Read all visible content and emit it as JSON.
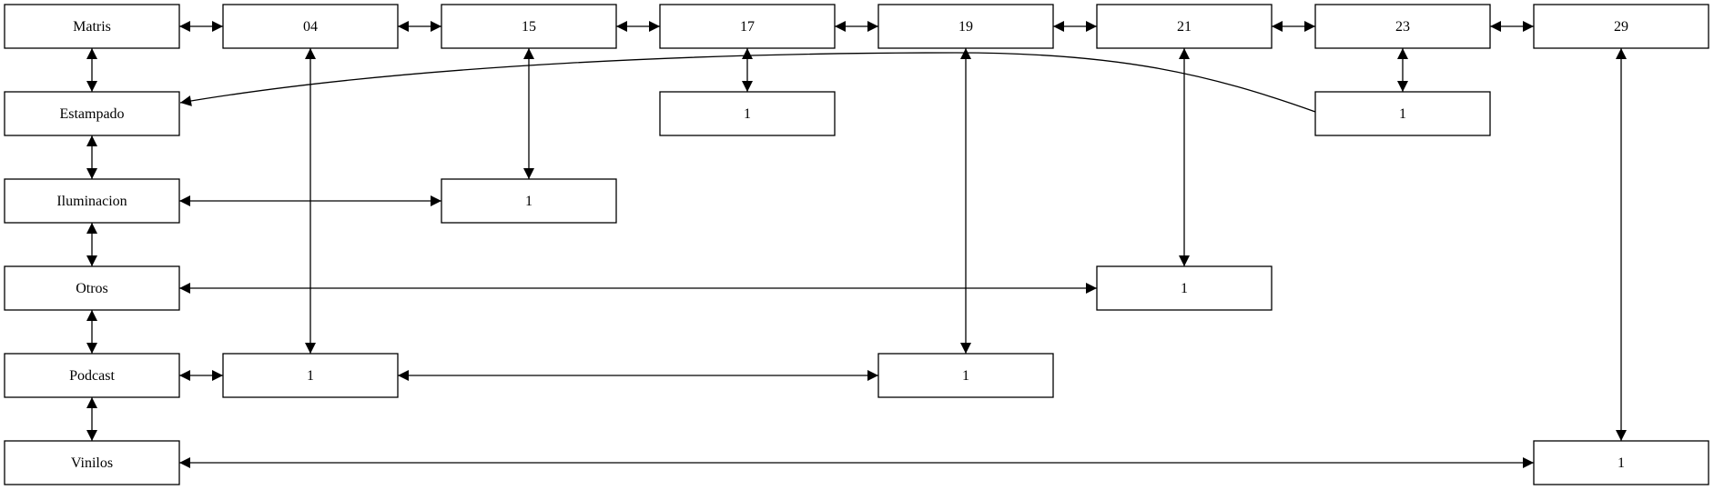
{
  "diagram": {
    "type": "grid-linked-boxes",
    "colors": {
      "stroke": "#000000",
      "fill": "#ffffff",
      "text": "#000000"
    },
    "nodes": [
      {
        "id": "matris",
        "label": "Matris"
      },
      {
        "id": "h04",
        "label": "04"
      },
      {
        "id": "h15",
        "label": "15"
      },
      {
        "id": "h17",
        "label": "17"
      },
      {
        "id": "h19",
        "label": "19"
      },
      {
        "id": "h21",
        "label": "21"
      },
      {
        "id": "h23",
        "label": "23"
      },
      {
        "id": "h29",
        "label": "29"
      },
      {
        "id": "estampado",
        "label": "Estampado"
      },
      {
        "id": "iluminacion",
        "label": "Iluminacion"
      },
      {
        "id": "otros",
        "label": "Otros"
      },
      {
        "id": "podcast",
        "label": "Podcast"
      },
      {
        "id": "vinilos",
        "label": "Vinilos"
      },
      {
        "id": "c17_est",
        "label": "1"
      },
      {
        "id": "c23_est",
        "label": "1"
      },
      {
        "id": "c15_ilu",
        "label": "1"
      },
      {
        "id": "c21_otr",
        "label": "1"
      },
      {
        "id": "c04_pod",
        "label": "1"
      },
      {
        "id": "c19_pod",
        "label": "1"
      },
      {
        "id": "c29_vin",
        "label": "1"
      }
    ],
    "edges": [
      {
        "from": "matris",
        "to": "h04",
        "bidirectional": true
      },
      {
        "from": "h04",
        "to": "h15",
        "bidirectional": true
      },
      {
        "from": "h15",
        "to": "h17",
        "bidirectional": true
      },
      {
        "from": "h17",
        "to": "h19",
        "bidirectional": true
      },
      {
        "from": "h19",
        "to": "h21",
        "bidirectional": true
      },
      {
        "from": "h21",
        "to": "h23",
        "bidirectional": true
      },
      {
        "from": "h23",
        "to": "h29",
        "bidirectional": true
      },
      {
        "from": "matris",
        "to": "estampado",
        "bidirectional": true
      },
      {
        "from": "estampado",
        "to": "iluminacion",
        "bidirectional": true
      },
      {
        "from": "iluminacion",
        "to": "otros",
        "bidirectional": true
      },
      {
        "from": "otros",
        "to": "podcast",
        "bidirectional": true
      },
      {
        "from": "podcast",
        "to": "vinilos",
        "bidirectional": true
      },
      {
        "from": "h17",
        "to": "c17_est",
        "bidirectional": true
      },
      {
        "from": "h23",
        "to": "c23_est",
        "bidirectional": true
      },
      {
        "from": "c23_est",
        "to": "estampado",
        "bidirectional": false
      },
      {
        "from": "h15",
        "to": "c15_ilu",
        "bidirectional": true
      },
      {
        "from": "iluminacion",
        "to": "c15_ilu",
        "bidirectional": true
      },
      {
        "from": "h21",
        "to": "c21_otr",
        "bidirectional": true
      },
      {
        "from": "otros",
        "to": "c21_otr",
        "bidirectional": true
      },
      {
        "from": "h04",
        "to": "c04_pod",
        "bidirectional": true
      },
      {
        "from": "podcast",
        "to": "c04_pod",
        "bidirectional": true
      },
      {
        "from": "c04_pod",
        "to": "c19_pod",
        "bidirectional": true
      },
      {
        "from": "h19",
        "to": "c19_pod",
        "bidirectional": true
      },
      {
        "from": "h29",
        "to": "c29_vin",
        "bidirectional": true
      },
      {
        "from": "vinilos",
        "to": "c29_vin",
        "bidirectional": true
      }
    ]
  }
}
